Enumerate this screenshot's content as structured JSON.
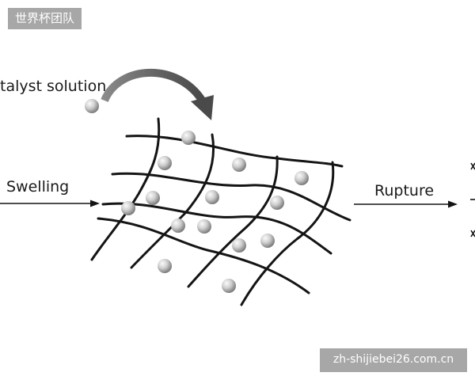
{
  "watermark_top": "世界杯团队",
  "watermark_bottom": "zh-shijiebei26.com.cn",
  "labels": {
    "catalyst": "talyst solution",
    "swelling": "Swelling",
    "rupture": "Rupture"
  },
  "colors": {
    "background": "#ffffff",
    "mesh_line": "#141414",
    "sphere_light": "#fafafa",
    "sphere_dark": "#7a7a7a",
    "curved_arrow": "#6a6a6a",
    "badge": "#a0a0a0"
  }
}
